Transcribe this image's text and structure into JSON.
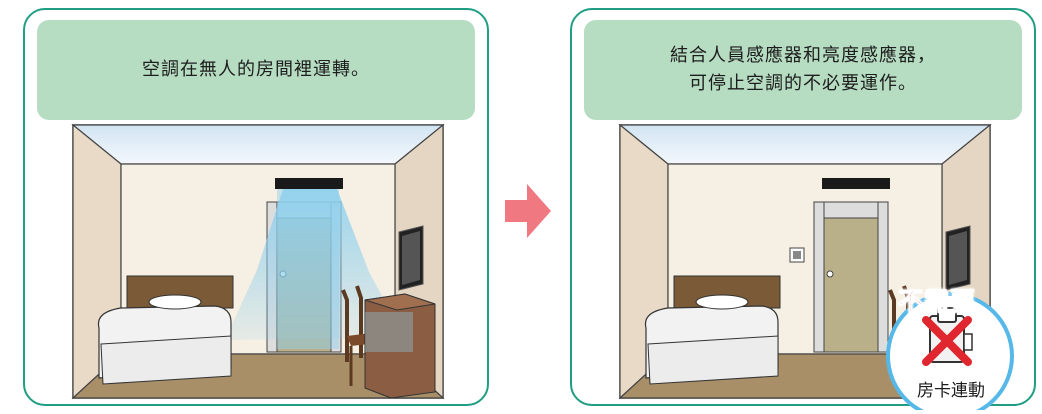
{
  "left_panel": {
    "caption": "空調在無人的房間裡運轉。"
  },
  "right_panel": {
    "caption_line1": "結合人員感應器和亮度感應器，",
    "caption_line2": "可停止空調的不必要運作。",
    "badge_text": "不需要",
    "card_label": "房卡連動"
  },
  "colors": {
    "panel_border": "#1f9e83",
    "banner_fill": "#b6dcc2",
    "arrow": "#f07880",
    "badge_red": "#e0262f",
    "airflow_blue": "#8fd0ee"
  }
}
